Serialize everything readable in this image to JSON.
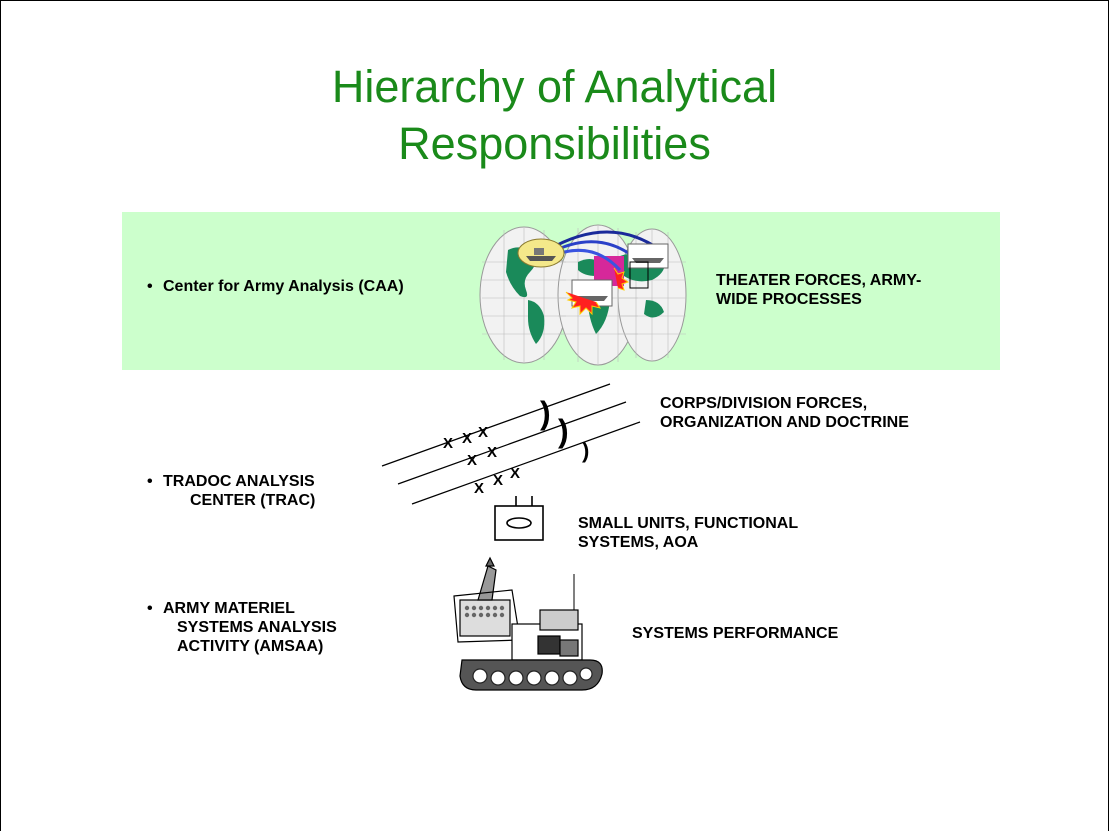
{
  "slide": {
    "title_line1": "Hierarchy of Analytical",
    "title_line2": "Responsibilities",
    "title_color": "#1a8a1a",
    "band_color": "#ccffcc"
  },
  "levels": [
    {
      "org": "Center for  Army Analysis (CAA)",
      "scope": [
        "THEATER FORCES, ARMY-",
        "WIDE PROCESSES"
      ],
      "icon": "world-map-icon"
    },
    {
      "org": [
        "TRADOC ANALYSIS",
        "CENTER (TRAC)"
      ],
      "scope": [
        "CORPS/DIVISION FORCES,",
        "ORGANIZATION AND DOCTRINE"
      ],
      "icon": "unit-echelon-symbol"
    },
    {
      "org": [],
      "scope": [
        "SMALL UNITS, FUNCTIONAL",
        "SYSTEMS, AOA"
      ],
      "icon": "unit-symbol-icon"
    },
    {
      "org": [
        "ARMY MATERIEL",
        "SYSTEMS ANALYSIS",
        "ACTIVITY (AMSAA)"
      ],
      "scope": [
        "SYSTEMS PERFORMANCE"
      ],
      "icon": "rocket-launcher-vehicle-icon"
    }
  ],
  "symbols": {
    "x_mark": "X",
    "boundary_mark": ")"
  }
}
